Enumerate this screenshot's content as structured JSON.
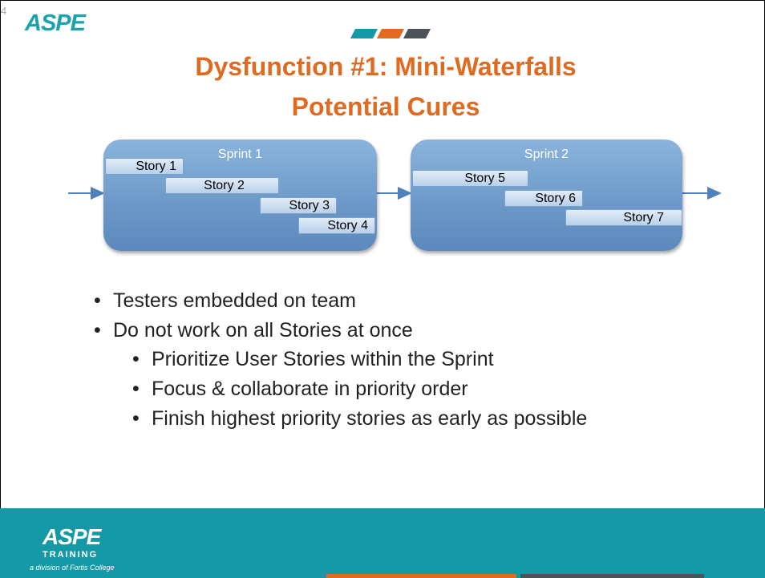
{
  "header": {
    "slide_number": "4",
    "logo_text": "ASPE"
  },
  "title": {
    "line1": "Dysfunction #1: Mini-Waterfalls",
    "line2": "Potential Cures"
  },
  "diagram": {
    "sprints": [
      {
        "label": "Sprint 1",
        "stories": [
          "Story 1",
          "Story 2",
          "Story 3",
          "Story 4"
        ]
      },
      {
        "label": "Sprint 2",
        "stories": [
          "Story 5",
          "Story 6",
          "Story 7"
        ]
      }
    ],
    "colors": {
      "sprint": "#6b98c8",
      "story": "#c9dbef",
      "arrow": "#4f81bd"
    }
  },
  "bullets": [
    {
      "text": "Testers embedded on team",
      "level": 1
    },
    {
      "text": "Do not work on all Stories at once",
      "level": 1
    },
    {
      "text": "Prioritize User Stories within the Sprint",
      "level": 2
    },
    {
      "text": "Focus & collaborate in priority order",
      "level": 2
    },
    {
      "text": "Finish highest priority stories as early as possible",
      "level": 2
    }
  ],
  "footer": {
    "logo_text": "ASPE",
    "training_text": "TRAINING",
    "division_text": "a division of Fortis College"
  },
  "colors": {
    "accent_orange": "#e06a1f",
    "brand_teal": "#149aa6",
    "stripe_gray": "#4d5358"
  }
}
